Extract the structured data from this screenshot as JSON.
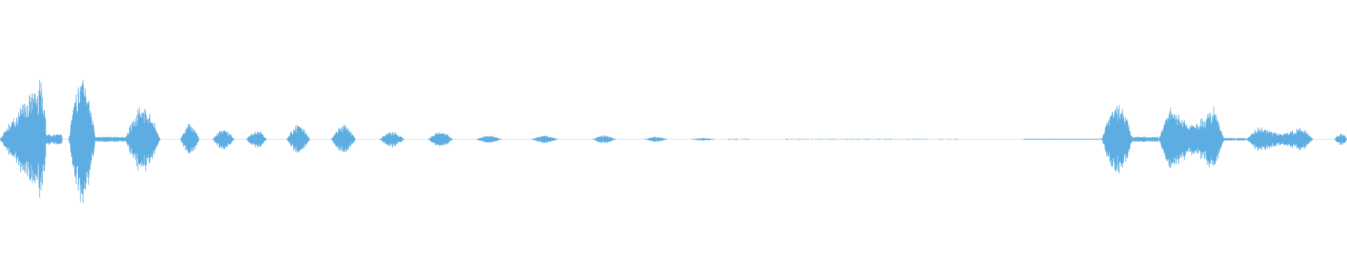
{
  "waveform": {
    "color": "#5DADE2",
    "background": "#FFFFFF",
    "segments": [
      {
        "name": "burst-1",
        "start": 0.0,
        "end": 0.034,
        "peak": 0.5,
        "shape": "ramp-up"
      },
      {
        "name": "burst-1-tail",
        "start": 0.034,
        "end": 0.046,
        "peak": 0.04,
        "shape": "flat"
      },
      {
        "name": "burst-2",
        "start": 0.051,
        "end": 0.071,
        "peak": 0.48,
        "shape": "hump"
      },
      {
        "name": "burst-2-tail",
        "start": 0.071,
        "end": 0.094,
        "peak": 0.02,
        "shape": "flat"
      },
      {
        "name": "burst-3",
        "start": 0.093,
        "end": 0.119,
        "peak": 0.25,
        "shape": "hump"
      },
      {
        "name": "burst-4",
        "start": 0.134,
        "end": 0.148,
        "peak": 0.12,
        "shape": "hump"
      },
      {
        "name": "burst-5",
        "start": 0.158,
        "end": 0.174,
        "peak": 0.08,
        "shape": "hump"
      },
      {
        "name": "burst-6",
        "start": 0.183,
        "end": 0.198,
        "peak": 0.07,
        "shape": "hump"
      },
      {
        "name": "burst-7",
        "start": 0.213,
        "end": 0.23,
        "peak": 0.11,
        "shape": "hump"
      },
      {
        "name": "burst-8",
        "start": 0.246,
        "end": 0.264,
        "peak": 0.11,
        "shape": "hump"
      },
      {
        "name": "burst-9",
        "start": 0.282,
        "end": 0.3,
        "peak": 0.06,
        "shape": "hump"
      },
      {
        "name": "burst-10",
        "start": 0.318,
        "end": 0.336,
        "peak": 0.06,
        "shape": "hump"
      },
      {
        "name": "burst-11",
        "start": 0.354,
        "end": 0.372,
        "peak": 0.03,
        "shape": "hump"
      },
      {
        "name": "burst-12",
        "start": 0.395,
        "end": 0.414,
        "peak": 0.03,
        "shape": "hump"
      },
      {
        "name": "burst-13",
        "start": 0.44,
        "end": 0.457,
        "peak": 0.03,
        "shape": "hump"
      },
      {
        "name": "burst-14",
        "start": 0.479,
        "end": 0.495,
        "peak": 0.02,
        "shape": "hump"
      },
      {
        "name": "burst-15",
        "start": 0.514,
        "end": 0.53,
        "peak": 0.01,
        "shape": "hump"
      },
      {
        "name": "speckle-1",
        "start": 0.54,
        "end": 0.556,
        "peak": 0.004,
        "shape": "sparse"
      },
      {
        "name": "speckle-2",
        "start": 0.582,
        "end": 0.714,
        "peak": 0.003,
        "shape": "sparse"
      },
      {
        "name": "quiet-line",
        "start": 0.76,
        "end": 0.818,
        "peak": 0.004,
        "shape": "flat"
      },
      {
        "name": "burst-16",
        "start": 0.818,
        "end": 0.841,
        "peak": 0.27,
        "shape": "hump"
      },
      {
        "name": "burst-16-tail",
        "start": 0.841,
        "end": 0.86,
        "peak": 0.02,
        "shape": "flat"
      },
      {
        "name": "burst-17",
        "start": 0.86,
        "end": 0.909,
        "peak": 0.24,
        "shape": "plateau"
      },
      {
        "name": "burst-17-tail",
        "start": 0.909,
        "end": 0.925,
        "peak": 0.01,
        "shape": "flat"
      },
      {
        "name": "burst-18",
        "start": 0.925,
        "end": 0.975,
        "peak": 0.09,
        "shape": "plateau"
      },
      {
        "name": "burst-19",
        "start": 0.991,
        "end": 1.0,
        "peak": 0.05,
        "shape": "hump"
      }
    ]
  }
}
